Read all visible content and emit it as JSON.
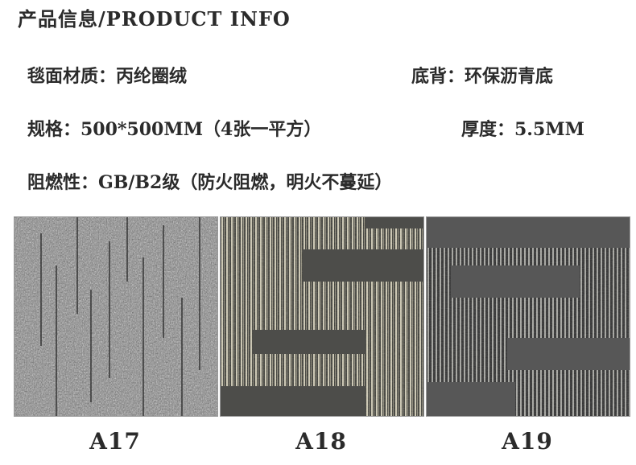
{
  "header": {
    "title": "产品信息/PRODUCT INFO"
  },
  "specs": {
    "material": "毯面材质：丙纶圈绒",
    "backing": "底背：环保沥青底",
    "size": "规格：500*500MM（4张一平方）",
    "thickness": "厚度：5.5MM",
    "fire_rating": "阻燃性：GB/B2级（防火阻燃，明火不蔓延）"
  },
  "products": [
    {
      "code": "A17",
      "base_color": "#7a7a7a"
    },
    {
      "code": "A18",
      "base_color": "#5a5a52"
    },
    {
      "code": "A19",
      "base_color": "#4a4a4a"
    }
  ]
}
